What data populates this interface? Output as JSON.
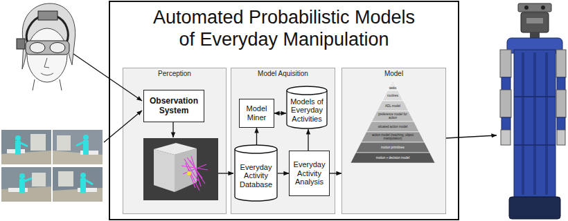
{
  "diagram": {
    "nodes": [
      {
        "text": [
          "Automated Probabilistic Models of Everyday Manipulation"
        ]
      },
      {
        "text": [
          "Perception"
        ],
        "in": 0
      },
      {
        "text": [
          "Observation System"
        ],
        "in": 1
      },
      {
        "text": [
          "Model Aquisition"
        ],
        "in": 0
      },
      {
        "text": [
          "Model Miner"
        ],
        "in": 3
      },
      {
        "text": [
          "Models of Everyday Activities"
        ],
        "in": 3
      },
      {
        "text": [
          "Everyday Activity Database"
        ],
        "in": 3
      },
      {
        "text": [
          "Everyday Activity Analysis"
        ],
        "in": 3
      },
      {
        "text": [
          "Model"
        ],
        "in": 0
      }
    ],
    "edges": [
      {
        "from": 6,
        "to": 4,
        "arrow": "to"
      },
      {
        "from": 4,
        "to": 5,
        "arrow": "both"
      },
      {
        "from": 6,
        "to": 7,
        "arrow": "to"
      },
      {
        "from": 7,
        "to": 5,
        "arrow": "to"
      },
      {
        "from": 7,
        "to": 8,
        "arrow": "to"
      }
    ],
    "labels": [
      "tasks",
      "routines",
      "ADL model",
      "preference model for action",
      "situated action model",
      "action model (reaching, object manipulation)",
      "motion primitives",
      "motion + decision model"
    ]
  }
}
